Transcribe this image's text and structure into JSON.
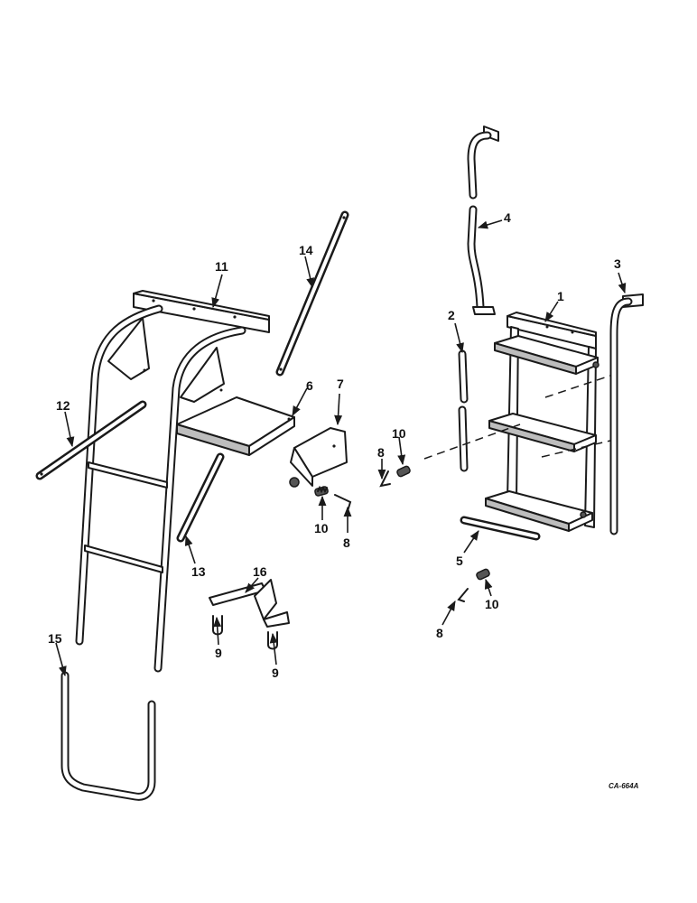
{
  "callouts": {
    "c1": "1",
    "c2": "2",
    "c3": "3",
    "c4": "4",
    "c5": "5",
    "c6": "6",
    "c7": "7",
    "c8a": "8",
    "c8b": "8",
    "c8c": "8",
    "c9a": "9",
    "c9b": "9",
    "c10a": "10",
    "c10b": "10",
    "c10c": "10",
    "c11": "11",
    "c12": "12",
    "c13": "13",
    "c14": "14",
    "c15": "15",
    "c16": "16"
  },
  "drawing_code": "CA-664A"
}
